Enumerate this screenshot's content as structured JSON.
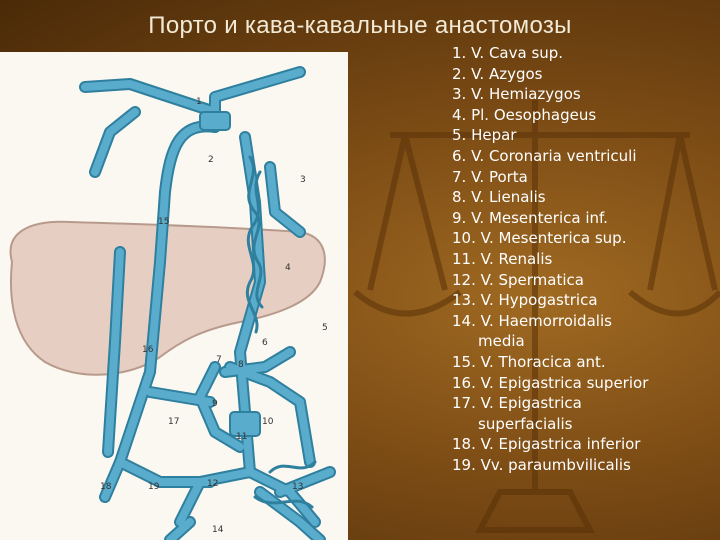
{
  "title": "Порто и кава-кавальные анастомозы",
  "legend": [
    {
      "n": "1.",
      "text": "V. Cava sup."
    },
    {
      "n": "2.",
      "text": "V. Azygos"
    },
    {
      "n": "3.",
      "text": "V. Hemiazygos"
    },
    {
      "n": "4.",
      "text": "Pl. Oesophageus"
    },
    {
      "n": "5.",
      "text": "Hepar"
    },
    {
      "n": "6.",
      "text": "V. Coronaria ventriculi"
    },
    {
      "n": "7.",
      "text": "V. Porta"
    },
    {
      "n": "8.",
      "text": "V. Lienalis"
    },
    {
      "n": "9.",
      "text": "V. Mesenterica inf."
    },
    {
      "n": "10.",
      "text": "V. Mesenterica sup."
    },
    {
      "n": "11.",
      "text": "V. Renalis"
    },
    {
      "n": "12.",
      "text": "V. Spermatica"
    },
    {
      "n": "13.",
      "text": "V. Hypogastrica"
    },
    {
      "n": "14.",
      "text": "V. Haemorroidalis",
      "cont": "media"
    },
    {
      "n": "15.",
      "text": "V. Thoracica ant."
    },
    {
      "n": "16.",
      "text": "V. Epigastrica superior"
    },
    {
      "n": "17.",
      "text": "V. Epigastrica",
      "cont": "superfacialis"
    },
    {
      "n": "18.",
      "text": "V. Epigastrica inferior"
    },
    {
      "n": "19.",
      "text": "Vv. paraumbvilicalis"
    }
  ],
  "figure_labels": [
    "1",
    "2",
    "3",
    "4",
    "5",
    "6",
    "7",
    "8",
    "9",
    "10",
    "11",
    "12",
    "13",
    "14",
    "15",
    "16",
    "17",
    "18",
    "19"
  ],
  "colors": {
    "vein": "#5aaccc",
    "vein_edge": "#2f7f9e",
    "liver": "#e6cfc2",
    "liver_edge": "#b89a8c"
  }
}
